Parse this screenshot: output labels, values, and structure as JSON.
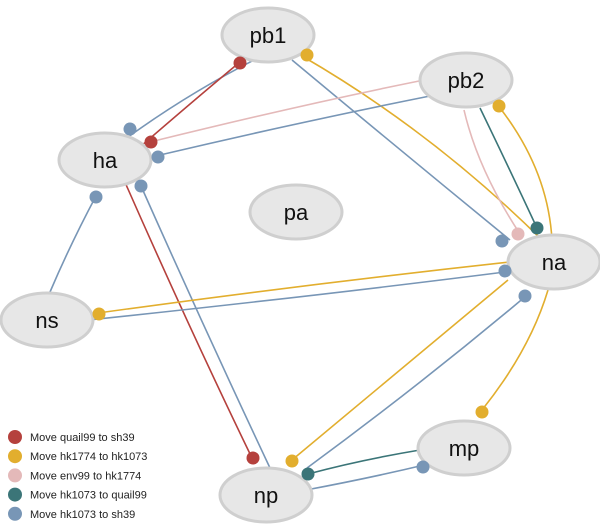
{
  "diagram": {
    "nodes": [
      {
        "id": "pb1",
        "label": "pb1"
      },
      {
        "id": "pb2",
        "label": "pb2"
      },
      {
        "id": "ha",
        "label": "ha"
      },
      {
        "id": "pa",
        "label": "pa"
      },
      {
        "id": "na",
        "label": "na"
      },
      {
        "id": "ns",
        "label": "ns"
      },
      {
        "id": "mp",
        "label": "mp"
      },
      {
        "id": "np",
        "label": "np"
      }
    ],
    "moves": [
      {
        "key": "quail_sh39",
        "label": "Move quail99 to sh39",
        "color": "#b5413d"
      },
      {
        "key": "hk1774_hk1073",
        "label": "Move hk1774 to hk1073",
        "color": "#e2ae2e"
      },
      {
        "key": "env_hk1774",
        "label": "Move env99 to hk1774",
        "color": "#e4b9b9"
      },
      {
        "key": "hk1073_quail",
        "label": "Move hk1073 to quail99",
        "color": "#3b7578"
      },
      {
        "key": "hk1073_sh39",
        "label": "Move hk1073 to sh39",
        "color": "#7896b6"
      }
    ],
    "edges": [
      {
        "from": "pb1",
        "to": "ha",
        "move": "hk1073_sh39"
      },
      {
        "from": "pb1",
        "to": "ha",
        "move": "quail_sh39"
      },
      {
        "from": "pb1",
        "to": "na",
        "move": "hk1073_sh39"
      },
      {
        "from": "pb1",
        "to": "na",
        "move": "hk1774_hk1073"
      },
      {
        "from": "pb2",
        "to": "ha",
        "move": "env_hk1774"
      },
      {
        "from": "pb2",
        "to": "ha",
        "move": "hk1073_sh39"
      },
      {
        "from": "pb2",
        "to": "na",
        "move": "hk1774_hk1073"
      },
      {
        "from": "pb2",
        "to": "na",
        "move": "env_hk1774"
      },
      {
        "from": "pb2",
        "to": "na",
        "move": "hk1073_quail"
      },
      {
        "from": "ha",
        "to": "ns",
        "move": "hk1073_sh39"
      },
      {
        "from": "ha",
        "to": "np",
        "move": "quail_sh39"
      },
      {
        "from": "ha",
        "to": "np",
        "move": "hk1073_sh39"
      },
      {
        "from": "na",
        "to": "ns",
        "move": "hk1774_hk1073"
      },
      {
        "from": "na",
        "to": "ns",
        "move": "hk1073_sh39"
      },
      {
        "from": "na",
        "to": "np",
        "move": "hk1774_hk1073"
      },
      {
        "from": "na",
        "to": "np",
        "move": "hk1073_sh39"
      },
      {
        "from": "na",
        "to": "mp",
        "move": "hk1774_hk1073"
      },
      {
        "from": "mp",
        "to": "np",
        "move": "hk1073_quail"
      },
      {
        "from": "mp",
        "to": "np",
        "move": "hk1073_sh39"
      }
    ]
  }
}
